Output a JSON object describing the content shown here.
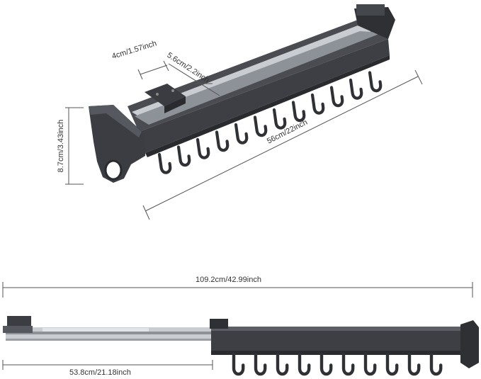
{
  "colors": {
    "rail_body": "#3d3f44",
    "rail_dark": "#2a2b2f",
    "rail_highlight": "#5b5e64",
    "steel": "#c9cdd2",
    "steel_dark": "#8d9298",
    "dimension_line": "#555555",
    "background": "#ffffff"
  },
  "dimensions": {
    "width_small": "4cm/1.57inch",
    "gap": "5.6cm/2.2inch",
    "height": "8.7cm/3.43inch",
    "length": "56cm/22inch",
    "extended_length": "109.2cm/42.99inch",
    "slide_length": "53.8cm/21.18inch"
  }
}
